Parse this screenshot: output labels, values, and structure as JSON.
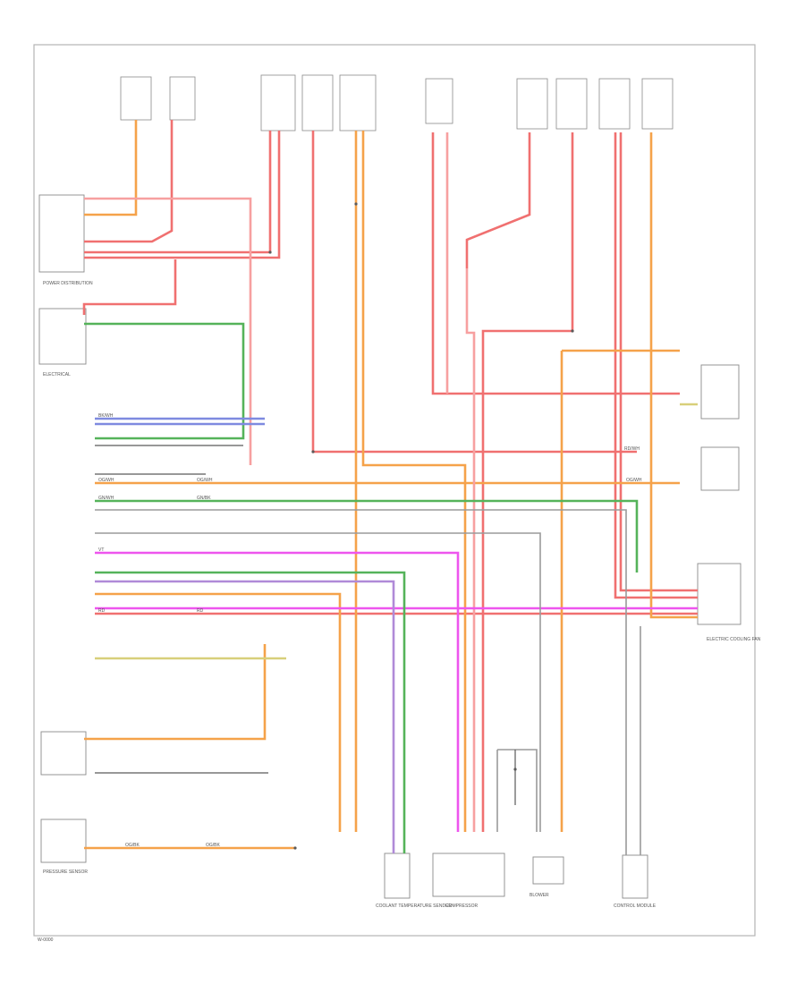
{
  "diagram": {
    "colors": {
      "red": "#f07070",
      "pink": "#f7a0a0",
      "orange": "#f5a24a",
      "green": "#55b35a",
      "magenta": "#ee55ee",
      "violet": "#b08ad8",
      "yellow": "#d8cf7a",
      "blue": "#7e8ae0",
      "gray": "#9a9a9a",
      "black": "#5a5a5a"
    },
    "labels": {
      "electrical_unit": "ELECTRICAL",
      "power_distribution": "POWER DISTRIBUTION",
      "coolant_sensor": "COOLANT TEMPERATURE SENDER",
      "compressor": "COMPRESSOR",
      "pressure_sensor": "PRESSURE SENSOR",
      "blower": "BLOWER",
      "control_module": "CONTROL MODULE",
      "fan_module": "ELECTRIC COOLING FAN",
      "footer_code": "W-0000"
    }
  }
}
